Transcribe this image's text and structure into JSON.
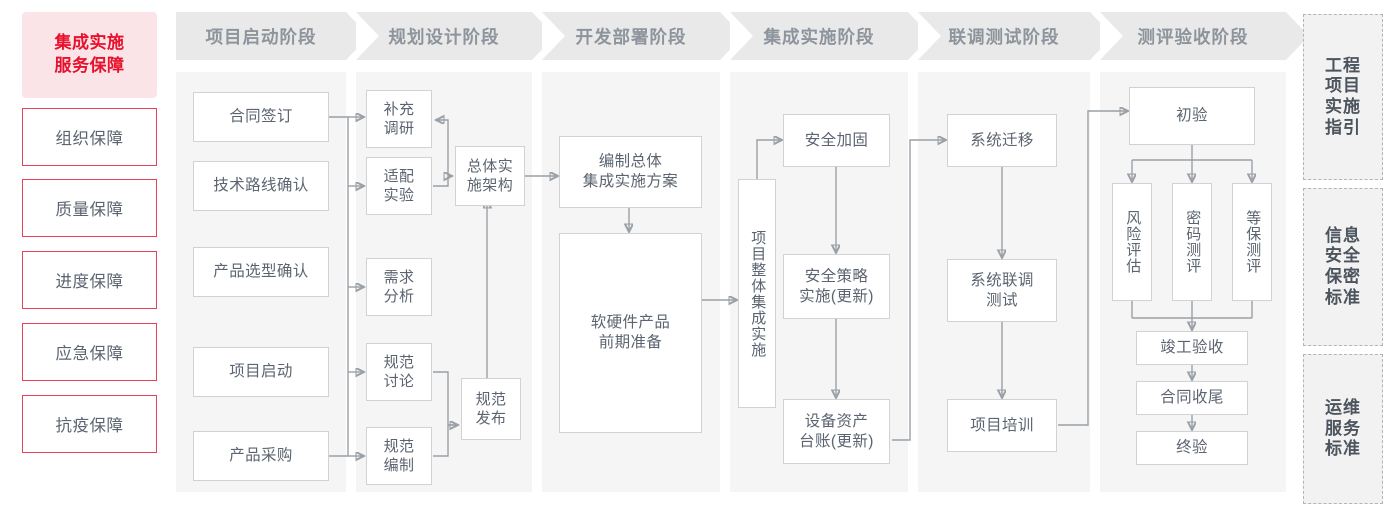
{
  "left_panel": {
    "header": "集成实施\n服务保障",
    "header_color": "#e8112d",
    "items": [
      {
        "label": "组织保障"
      },
      {
        "label": "质量保障"
      },
      {
        "label": "进度保障"
      },
      {
        "label": "应急保障"
      },
      {
        "label": "抗疫保障"
      }
    ]
  },
  "phases": [
    {
      "title": "项目启动阶段",
      "nodes": [
        {
          "id": "p1n1",
          "label": "合同签订"
        },
        {
          "id": "p1n2",
          "label": "技术路线确认"
        },
        {
          "id": "p1n3",
          "label": "产品选型确认"
        },
        {
          "id": "p1n4",
          "label": "项目启动"
        },
        {
          "id": "p1n5",
          "label": "产品采购"
        }
      ]
    },
    {
      "title": "规划设计阶段",
      "nodes": [
        {
          "id": "p2n1",
          "label": "补充\n调研"
        },
        {
          "id": "p2n2",
          "label": "适配\n实验"
        },
        {
          "id": "p2n3",
          "label": "需求\n分析"
        },
        {
          "id": "p2n4",
          "label": "规范\n讨论"
        },
        {
          "id": "p2n5",
          "label": "规范\n编制"
        },
        {
          "id": "p2n6",
          "label": "总体实\n施架构"
        },
        {
          "id": "p2n7",
          "label": "规范\n发布"
        }
      ]
    },
    {
      "title": "开发部署阶段",
      "nodes": [
        {
          "id": "p3n1",
          "label": "编制总体\n集成实施方案"
        },
        {
          "id": "p3n2",
          "label": "软硬件产品\n前期准备"
        }
      ]
    },
    {
      "title": "集成实施阶段",
      "nodes": [
        {
          "id": "p4n0",
          "label": "项目整体集成实施"
        },
        {
          "id": "p4n1",
          "label": "安全加固"
        },
        {
          "id": "p4n2",
          "label": "安全策略\n实施(更新)"
        },
        {
          "id": "p4n3",
          "label": "设备资产\n台账(更新)"
        }
      ]
    },
    {
      "title": "联调测试阶段",
      "nodes": [
        {
          "id": "p5n1",
          "label": "系统迁移"
        },
        {
          "id": "p5n2",
          "label": "系统联调\n测试"
        },
        {
          "id": "p5n3",
          "label": "项目培训"
        }
      ]
    },
    {
      "title": "测评验收阶段",
      "nodes": [
        {
          "id": "p6n1",
          "label": "初验"
        },
        {
          "id": "p6n2",
          "label": "风险评估"
        },
        {
          "id": "p6n3",
          "label": "密码测评"
        },
        {
          "id": "p6n4",
          "label": "等保测评"
        },
        {
          "id": "p6n5",
          "label": "竣工验收"
        },
        {
          "id": "p6n6",
          "label": "合同收尾"
        },
        {
          "id": "p6n7",
          "label": "终验"
        }
      ]
    }
  ],
  "right_panel": {
    "items": [
      {
        "label": "工程项目实施指引"
      },
      {
        "label": "信息安全保密标准"
      },
      {
        "label": "运维服务标准"
      }
    ]
  },
  "colors": {
    "accent_red": "#e8112d",
    "guarantee_border": "#e8415a",
    "column_bg": "#f5f5f5",
    "header_bg": "#e9e9e9",
    "node_border": "#d2d2d2",
    "wire": "#9aa0a6",
    "text": "#5b6470"
  }
}
